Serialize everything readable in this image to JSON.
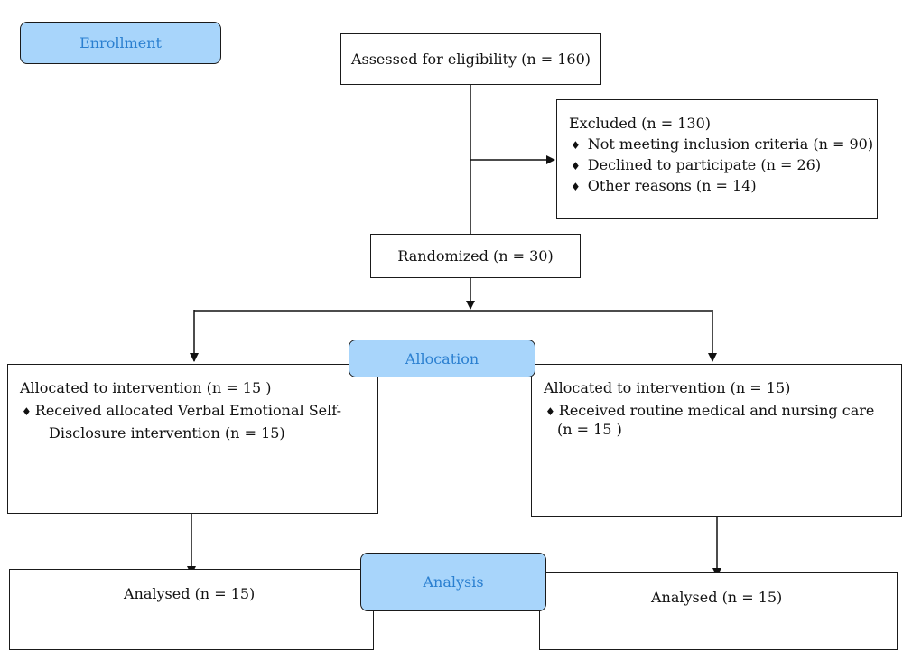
{
  "stages": {
    "enrollment": "Enrollment",
    "allocation": "Allocation",
    "analysis": "Analysis"
  },
  "assessed": "Assessed for eligibility (n = 160)",
  "excluded": {
    "title": "Excluded (n = 130)",
    "items": [
      "Not meeting inclusion criteria (n = 90)",
      "Declined to participate (n = 26)",
      "Other reasons (n = 14)"
    ]
  },
  "randomized": "Randomized (n = 30)",
  "allocation_left": {
    "title": "Allocated to intervention (n = 15  )",
    "item_line1": "Received allocated Verbal Emotional Self-",
    "item_line2": "Disclosure intervention (n = 15)"
  },
  "allocation_right": {
    "title": "Allocated to intervention (n = 15)",
    "item_line1": "Received routine medical and nursing care",
    "item_line2": "(n = 15 )"
  },
  "analysed_left": "Analysed (n = 15)",
  "analysed_right": "Analysed  (n = 15)",
  "bullet_symbol": "♦"
}
